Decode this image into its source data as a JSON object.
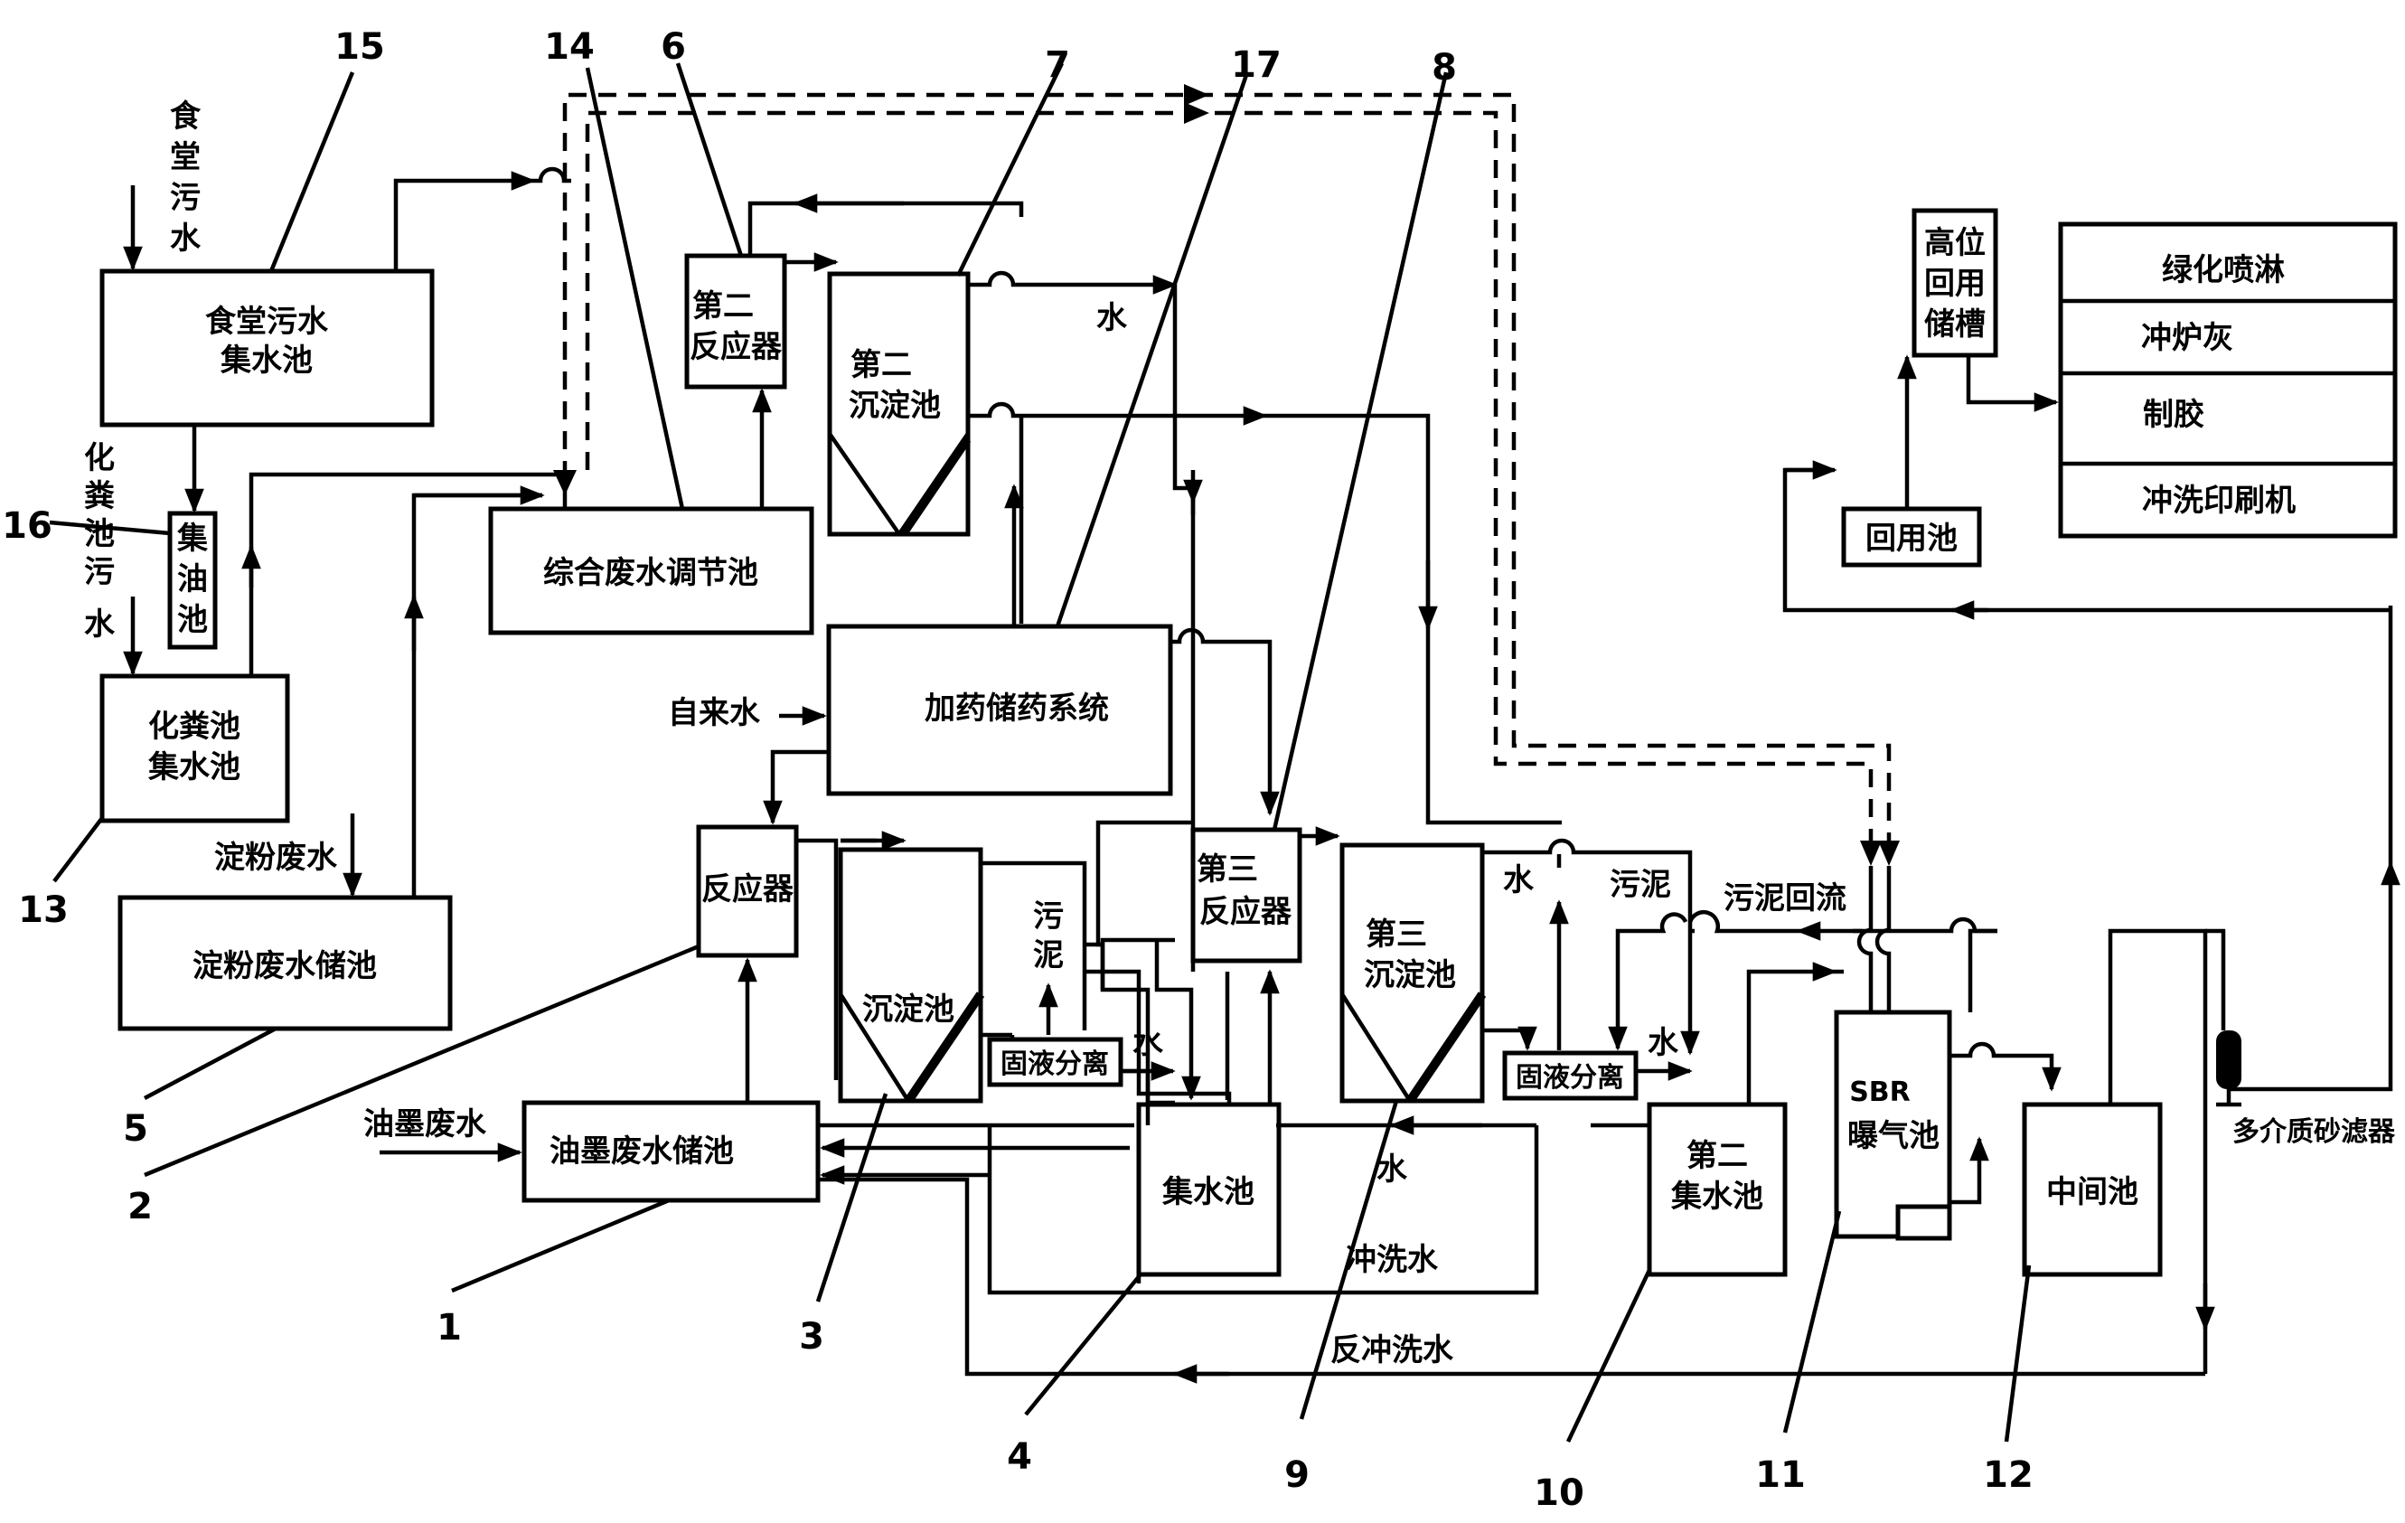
{
  "units": {
    "canteen_wastewater_pool": [
      "食堂污水",
      "集水池"
    ],
    "septic_tank_pool": [
      "化粪池",
      "集水池"
    ],
    "oil_separation_tank": "集油池",
    "starch_wastewater_tank": "淀粉废水储池",
    "combined_adjustment_tank": "综合废水调节池",
    "second_reactor": [
      "第二",
      "反应器"
    ],
    "second_settling_tank": [
      "第二",
      "沉淀池"
    ],
    "dosing_system": "加药储药系统",
    "reactor": "反应器",
    "settling_tank": "沉淀池",
    "solid_liquid_separation_1": "固液分离",
    "collection_pool": "集水池",
    "ink_wastewater_tank": "油墨废水储池",
    "third_reactor": [
      "第三",
      "反应器"
    ],
    "third_settling_tank": [
      "第三",
      "沉淀池"
    ],
    "solid_liquid_separation_2": "固液分离",
    "second_collection_pool": [
      "第二",
      "集水池"
    ],
    "sbr_tank": [
      "SBR",
      "曝气池"
    ],
    "intermediate_pool": "中间池",
    "filter": "多介质砂滤器",
    "reuse_pool": "回用池",
    "high_reuse_tank": [
      "高位",
      "回用",
      "储槽"
    ],
    "uses": [
      "绿化喷淋",
      "冲炉灰",
      "制胶",
      "冲洗印刷机"
    ]
  },
  "flow_labels": {
    "canteen_wastewater": [
      "食",
      "堂",
      "污",
      "水"
    ],
    "septic_wastewater": [
      "化",
      "粪",
      "池",
      "污",
      "水"
    ],
    "starch_wastewater": "淀粉废水",
    "tap_water": "自来水",
    "ink_wastewater": "油墨废水",
    "water": "水",
    "sludge_vertical": [
      "污",
      "泥"
    ],
    "sludge": "污泥",
    "sludge_return": "污泥回流",
    "flush_water": "冲洗水",
    "backwash_water": "反冲洗水"
  },
  "callouts": [
    "1",
    "2",
    "3",
    "4",
    "5",
    "6",
    "7",
    "8",
    "9",
    "10",
    "11",
    "12",
    "13",
    "14",
    "15",
    "16",
    "17"
  ]
}
